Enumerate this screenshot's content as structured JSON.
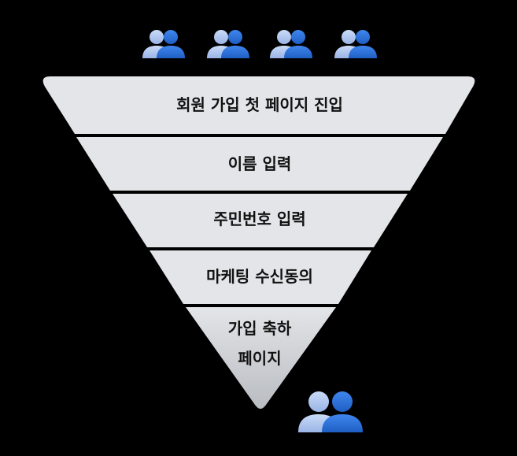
{
  "funnel": {
    "stages": [
      {
        "label": "회원 가입 첫 페이지 진입"
      },
      {
        "label": "이름 입력"
      },
      {
        "label": "주민번호 입력"
      },
      {
        "label": "마케팅 수신동의"
      },
      {
        "label_line1": "가입 축하",
        "label_line2": "페이지"
      }
    ],
    "top_users_count": 4,
    "colors": {
      "background": "#000000",
      "stage_fill": "#e3e5e8",
      "stage_fill_bottom": "#b9bcc1",
      "text": "#111111",
      "user_light": "#b9cdf0",
      "user_dark": "#2b6fd6"
    }
  }
}
